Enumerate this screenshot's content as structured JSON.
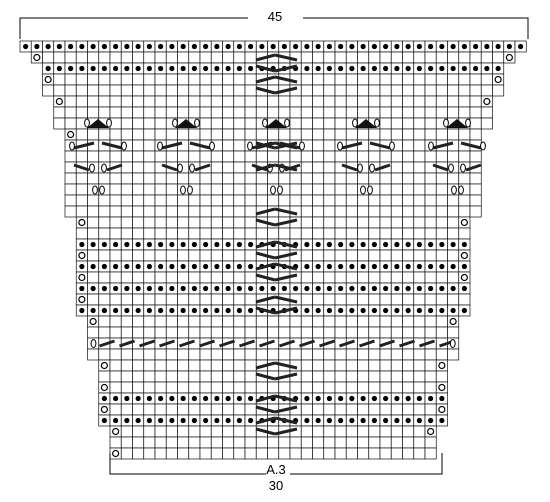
{
  "labels": {
    "top_count": "45",
    "chart_name": "A.3",
    "bottom_count": "30"
  },
  "grid": {
    "rows": [
      {
        "from": 0,
        "to": 45,
        "pattern": "dots"
      },
      {
        "from": 1,
        "to": 44,
        "pattern": "plain",
        "yo_left": true,
        "yo_right": true,
        "chev": "up"
      },
      {
        "from": 2,
        "to": 43,
        "pattern": "dots",
        "chev": "down"
      },
      {
        "from": 2,
        "to": 43,
        "pattern": "plain",
        "yo_left": true,
        "yo_right": true,
        "chev": "up"
      },
      {
        "from": 2,
        "to": 43,
        "pattern": "plain",
        "chev": "down"
      },
      {
        "from": 3,
        "to": 42,
        "pattern": "plain",
        "yo_left": true,
        "yo_right": true
      },
      {
        "from": 3,
        "to": 42,
        "pattern": "plain"
      },
      {
        "from": 3,
        "to": 42,
        "pattern": "plain",
        "lace": "top"
      },
      {
        "from": 4,
        "to": 41,
        "pattern": "plain",
        "yo_left": true
      },
      {
        "from": 4,
        "to": 41,
        "pattern": "plain",
        "lace": "middle",
        "chev": "both"
      },
      {
        "from": 4,
        "to": 41,
        "pattern": "plain"
      },
      {
        "from": 4,
        "to": 41,
        "pattern": "plain",
        "lace": "low",
        "chev": "up"
      },
      {
        "from": 4,
        "to": 41,
        "pattern": "plain"
      },
      {
        "from": 4,
        "to": 41,
        "pattern": "plain",
        "lace": "bottom"
      },
      {
        "from": 4,
        "to": 41,
        "pattern": "plain"
      },
      {
        "from": 4,
        "to": 41,
        "pattern": "plain",
        "chev": "up"
      },
      {
        "from": 5,
        "to": 40,
        "pattern": "plain",
        "yo_left": true,
        "yo_right": true,
        "chev": "down"
      },
      {
        "from": 5,
        "to": 40,
        "pattern": "plain"
      },
      {
        "from": 5,
        "to": 40,
        "pattern": "dots",
        "chev": "up"
      },
      {
        "from": 5,
        "to": 40,
        "pattern": "plain",
        "yo_left": true,
        "yo_right": true,
        "chev": "down"
      },
      {
        "from": 5,
        "to": 40,
        "pattern": "dots",
        "chev": "up"
      },
      {
        "from": 5,
        "to": 40,
        "pattern": "plain",
        "yo_left": true,
        "yo_right": true,
        "chev": "down"
      },
      {
        "from": 5,
        "to": 40,
        "pattern": "dots"
      },
      {
        "from": 5,
        "to": 40,
        "pattern": "plain",
        "yo_left": true,
        "chev": "up"
      },
      {
        "from": 5,
        "to": 40,
        "pattern": "dots",
        "chev": "down"
      },
      {
        "from": 6,
        "to": 39,
        "pattern": "plain",
        "yo_left": true,
        "yo_right": true
      },
      {
        "from": 6,
        "to": 39,
        "pattern": "plain"
      },
      {
        "from": 6,
        "to": 39,
        "pattern": "diag"
      },
      {
        "from": 6,
        "to": 39,
        "pattern": "plain"
      },
      {
        "from": 7,
        "to": 38,
        "pattern": "plain",
        "yo_left": true,
        "yo_right": true,
        "chev": "up"
      },
      {
        "from": 7,
        "to": 38,
        "pattern": "plain",
        "chev": "down"
      },
      {
        "from": 7,
        "to": 38,
        "pattern": "plain",
        "yo_left": true,
        "yo_right": true
      },
      {
        "from": 7,
        "to": 38,
        "pattern": "dots",
        "chev": "up"
      },
      {
        "from": 7,
        "to": 38,
        "pattern": "plain",
        "yo_left": true,
        "yo_right": true,
        "chev": "down"
      },
      {
        "from": 7,
        "to": 38,
        "pattern": "dots",
        "chev": "up"
      },
      {
        "from": 8,
        "to": 37,
        "pattern": "plain",
        "yo_left": true,
        "yo_right": true,
        "chev": "down"
      },
      {
        "from": 8,
        "to": 37,
        "pattern": "plain"
      },
      {
        "from": 8,
        "to": 37,
        "pattern": "plain",
        "yo_left": true
      }
    ]
  }
}
